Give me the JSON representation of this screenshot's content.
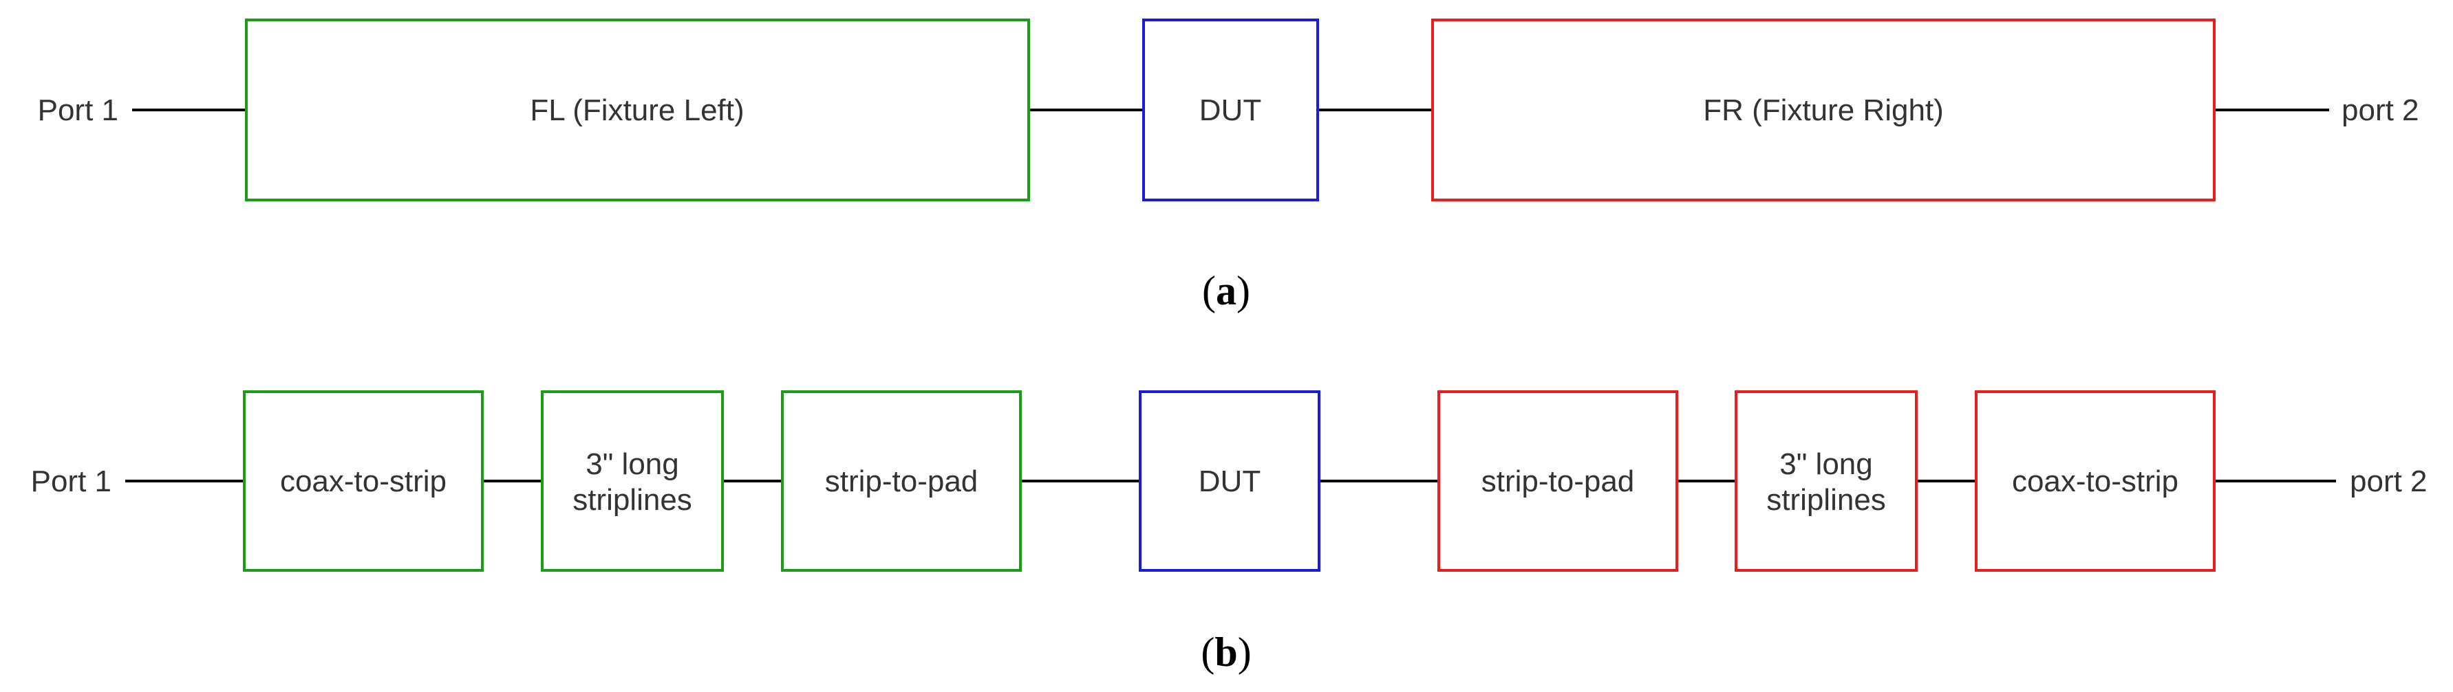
{
  "colors": {
    "fixture_left": "#1a9e1a",
    "dut": "#1a1adc",
    "fixture_right": "#e61e1e"
  },
  "diagram_a": {
    "port_left": "Port 1",
    "port_right": "port 2",
    "blocks": [
      {
        "lines": [
          "FL (Fixture Left)"
        ],
        "group": "fixture_left"
      },
      {
        "lines": [
          "DUT"
        ],
        "group": "dut"
      },
      {
        "lines": [
          "FR (Fixture Right)"
        ],
        "group": "fixture_right"
      }
    ],
    "caption_open": "(",
    "caption_letter": "a",
    "caption_close": ")"
  },
  "diagram_b": {
    "port_left": "Port 1",
    "port_right": "port 2",
    "blocks": [
      {
        "lines": [
          "coax-to-strip"
        ],
        "group": "fixture_left"
      },
      {
        "lines": [
          "3\" long",
          "striplines"
        ],
        "group": "fixture_left"
      },
      {
        "lines": [
          "strip-to-pad"
        ],
        "group": "fixture_left"
      },
      {
        "lines": [
          "DUT"
        ],
        "group": "dut"
      },
      {
        "lines": [
          "strip-to-pad"
        ],
        "group": "fixture_right"
      },
      {
        "lines": [
          "3\" long",
          "striplines"
        ],
        "group": "fixture_right"
      },
      {
        "lines": [
          "coax-to-strip"
        ],
        "group": "fixture_right"
      }
    ],
    "caption_open": "(",
    "caption_letter": "b",
    "caption_close": ")"
  }
}
